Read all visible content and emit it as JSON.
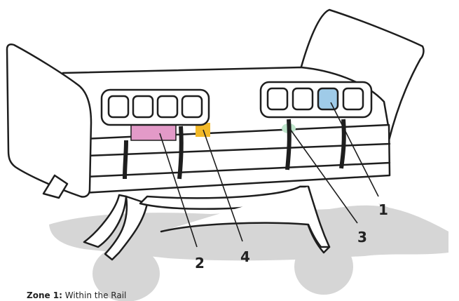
{
  "diagram": {
    "callouts": [
      {
        "id": "1",
        "label": "1",
        "zone_color": "#9fcbe8"
      },
      {
        "id": "2",
        "label": "2",
        "zone_color": "#e39ac8"
      },
      {
        "id": "3",
        "label": "3",
        "zone_color": "#bfe6cc"
      },
      {
        "id": "4",
        "label": "4",
        "zone_color": "#f2b928"
      }
    ],
    "caption": {
      "term": "Zone 1:",
      "text": "Within the Rail"
    }
  },
  "colors": {
    "outline": "#1e1e1e",
    "shadow": "#d6d6d6",
    "bed_fill": "#ffffff"
  }
}
